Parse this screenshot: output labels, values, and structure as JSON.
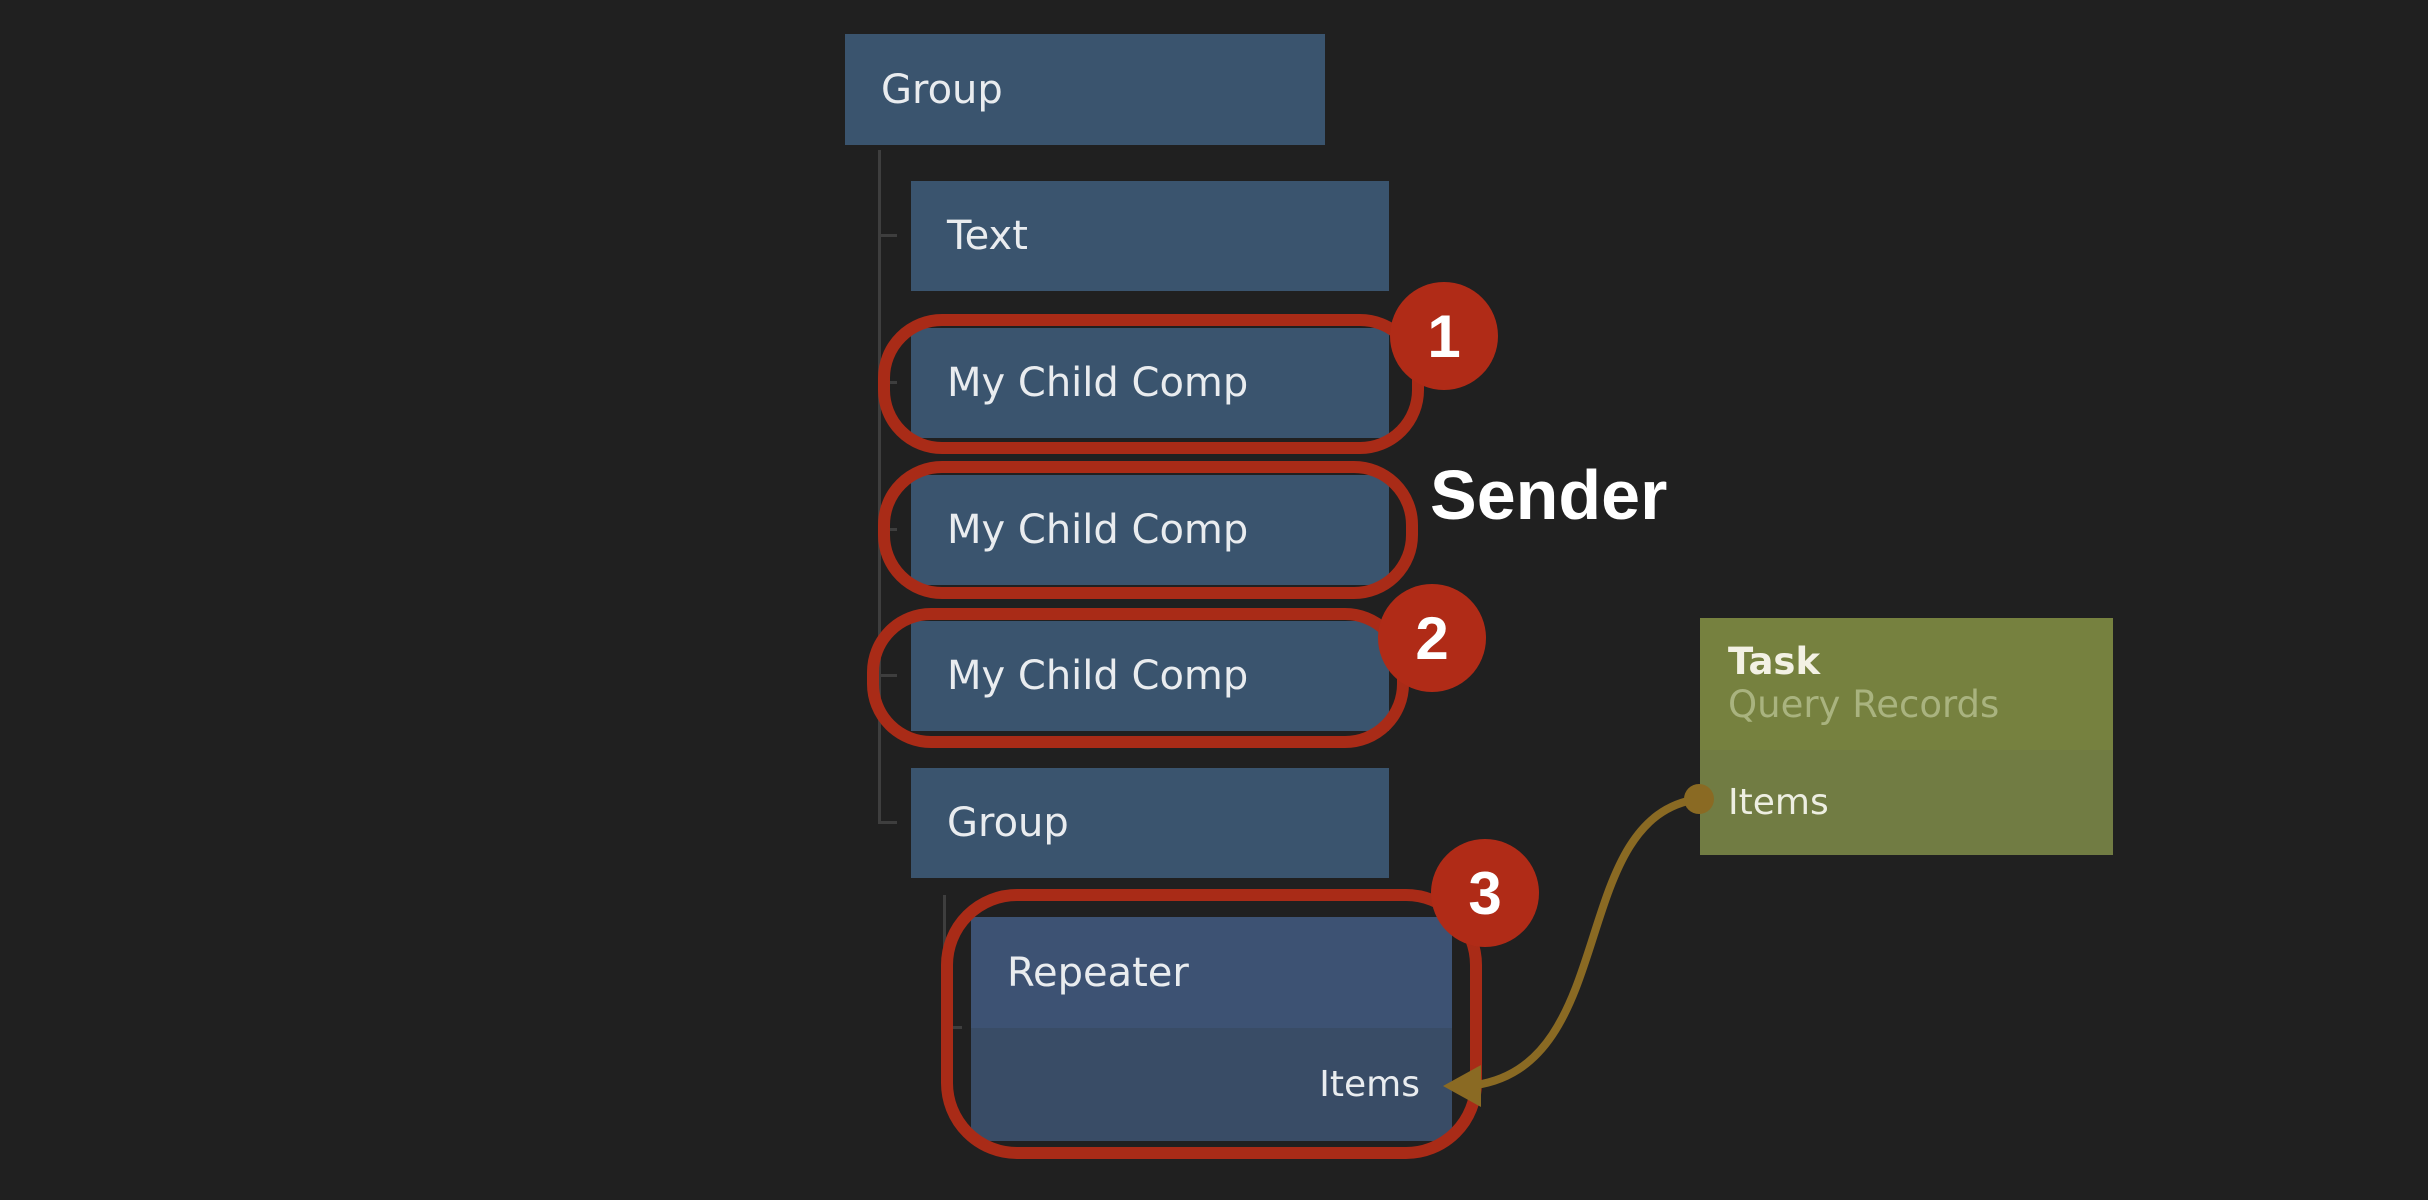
{
  "colors": {
    "background": "#202020",
    "node_fill": "#3a546e",
    "repeater_header_fill": "#3d5273",
    "repeater_body_fill": "#394c66",
    "node_text": "#e9ecef",
    "tree_line": "#3e3e3e",
    "annotation_red": "#a92b17",
    "badge_red": "#b02b17",
    "badge_text": "#ffffff",
    "sender_text": "#ffffff",
    "task_header_fill": "#76813f",
    "task_body_fill": "#717c43",
    "task_title_text": "#f3f1e4",
    "task_subtitle_text": "#a9b37f",
    "task_item_text": "#edeee1",
    "connector_gold": "#8a6a23"
  },
  "tree": {
    "root_label": "Group",
    "children": [
      {
        "label": "Text"
      },
      {
        "label": "My Child Comp"
      },
      {
        "label": "My Child Comp"
      },
      {
        "label": "My Child Comp"
      },
      {
        "label": "Group"
      }
    ],
    "repeater": {
      "label": "Repeater",
      "port_label": "Items"
    }
  },
  "annotations": {
    "badges": [
      {
        "number": "1"
      },
      {
        "number": "2"
      },
      {
        "number": "3"
      }
    ],
    "sender_label": "Sender"
  },
  "task_card": {
    "title": "Task",
    "subtitle": "Query Records",
    "output_label": "Items"
  }
}
